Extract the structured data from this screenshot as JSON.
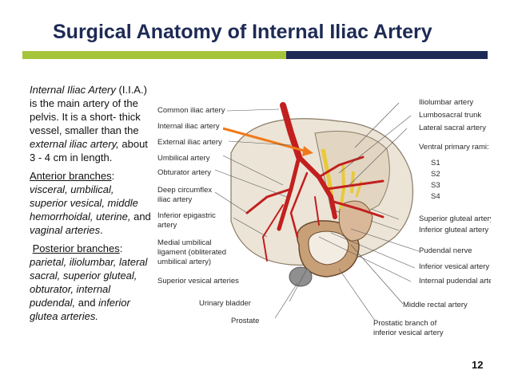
{
  "slide": {
    "title": "Surgical Anatomy of Internal Iliac Artery",
    "page_number": "12",
    "colors": {
      "title": "#1d2a55",
      "bar_green": "#a6c43a",
      "bar_navy": "#1d2a55",
      "artery": "#c21f1f",
      "arrow": "#f07a1a"
    }
  },
  "text": {
    "intro": {
      "term": "Internal Iliac Artery",
      "p1": "(I.I.A.) is the main artery of the pelvis. It is a short- thick vessel, smaller than the",
      "term2": "external iliac artery,",
      "p2": "about 3 - 4 cm in length."
    },
    "anterior": {
      "heading": "Anterior branches",
      "list": "visceral, umbilical, superior vesical, middle hemorrhoidal, uterine,",
      "and": "and",
      "last": "vaginal arteries",
      "end": "."
    },
    "posterior": {
      "heading": "Posterior branches",
      "list": "parietal, iliolumbar, lateral sacral, superior gluteal, obturator, internal pudendal,",
      "and": "and",
      "last": "inferior glutea arteries."
    }
  },
  "figure": {
    "left_labels": [
      "Common iliac artery",
      "Internal iliac artery",
      "External iliac artery",
      "Umbilical artery",
      "Obturator artery",
      "Deep circumflex",
      "iliac artery",
      "Inferior epigastric",
      "artery",
      "Medial umbilical",
      "ligament (obliterated",
      "umbilical artery)",
      "Superior vesical arteries"
    ],
    "right_labels": [
      "Iliolumbar artery",
      "Lumbosacral trunk",
      "Lateral sacral artery",
      "Ventral primary rami:",
      "S1",
      "S2",
      "S3",
      "S4",
      "Superior gluteal artery",
      "Inferior gluteal artery",
      "Pudendal nerve",
      "Inferior vesical artery",
      "Internal pudendal artery",
      "Middle rectal artery"
    ],
    "bottom_labels": [
      "Urinary bladder",
      "Prostate",
      "Prostatic branch of",
      "inferior vesical artery"
    ]
  }
}
